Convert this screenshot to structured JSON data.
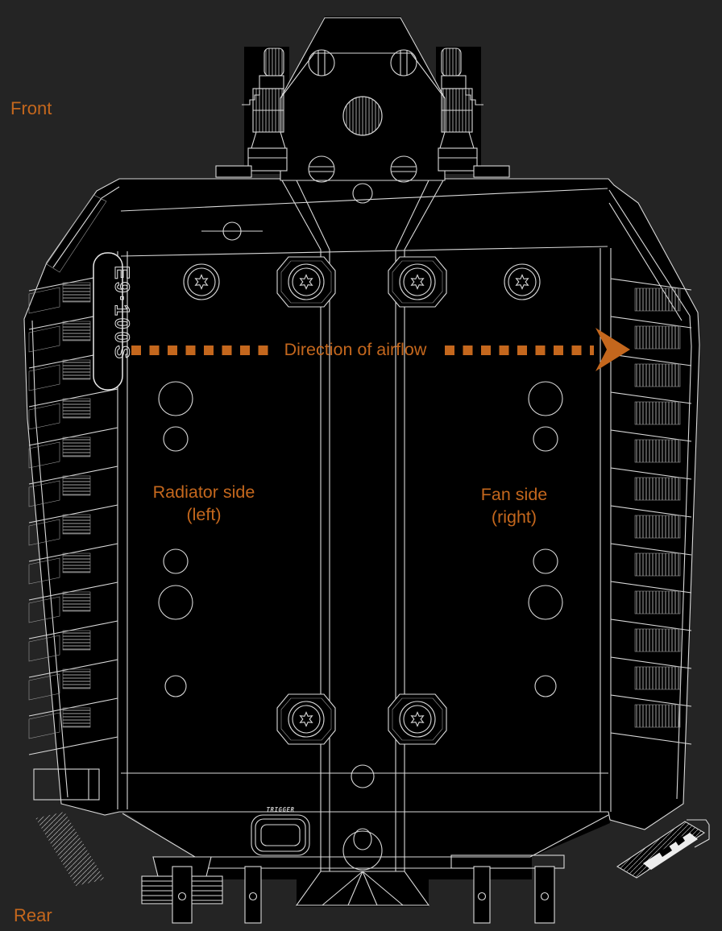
{
  "canvas": {
    "bg": "#242424",
    "line": "#d9d9d9",
    "accent": "#c4671d"
  },
  "annotations": {
    "front": "Front",
    "rear": "Rear",
    "airflow": "Direction of airflow",
    "left_label": {
      "line1": "Radiator side",
      "line2": "(left)"
    },
    "right_label": {
      "line1": "Fan side",
      "line2": "(right)"
    }
  },
  "device": {
    "model_badge": "E9·100S",
    "trigger_label": "TRIGGER"
  }
}
